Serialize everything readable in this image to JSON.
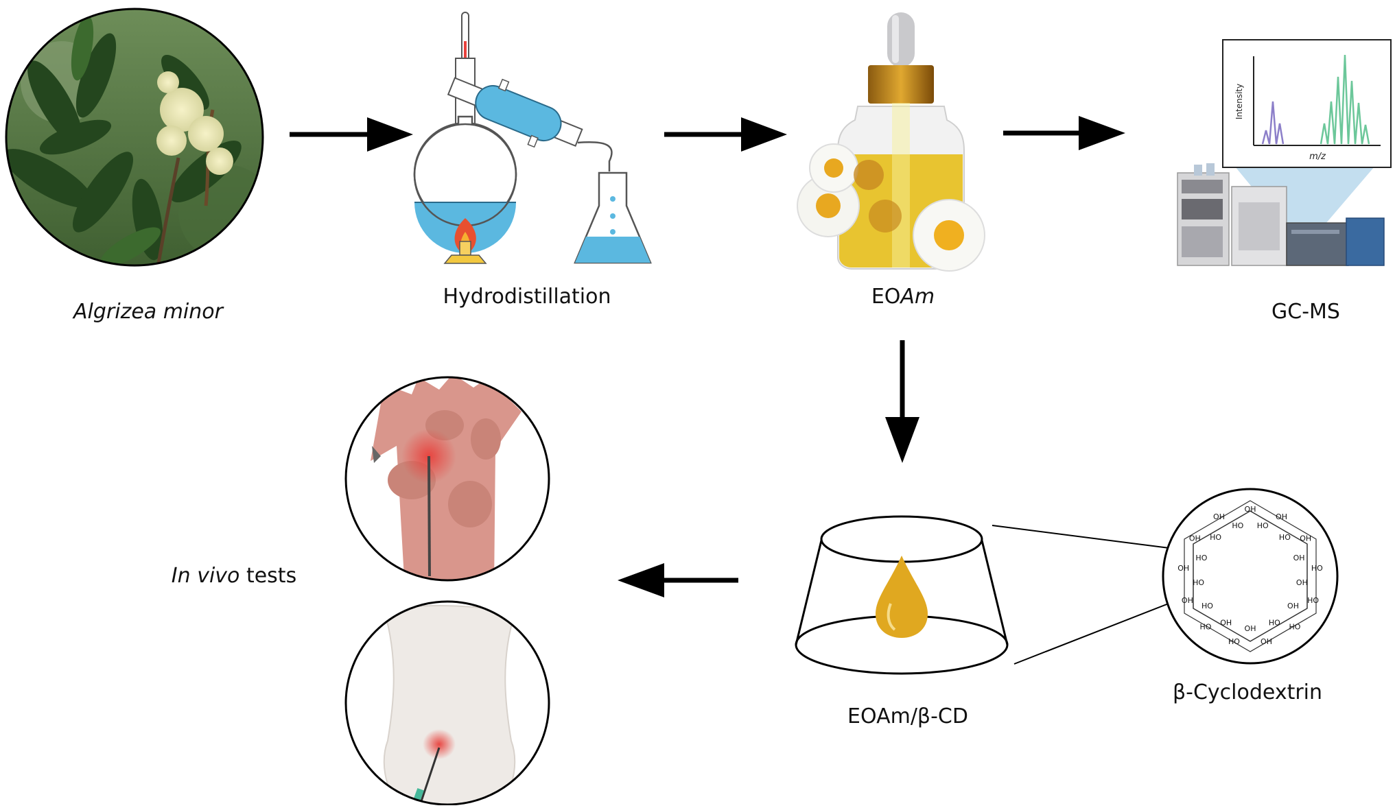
{
  "labels": {
    "plant": "Algrizea minor",
    "hydro": "Hydrodistillation",
    "eo_prefix": "EO",
    "eo_suffix": "Am",
    "gcms": "GC-MS",
    "complex": "EOAm/β-CD",
    "cyclo": "β-Cyclodextrin",
    "invivo_italic": "In vivo",
    "invivo_rest": " tests"
  },
  "gcms_inset": {
    "ylabel": "Intensity",
    "xlabel": "m/z"
  },
  "molecule_labels": [
    "OH",
    "HO",
    "OH",
    "HO",
    "OH",
    "OH",
    "HO",
    "OH",
    "HO",
    "OH",
    "HO",
    "HO",
    "OH",
    "OH",
    "HO",
    "OH",
    "HO",
    "HO",
    "OH",
    "HO",
    "OH",
    "HO",
    "OH",
    "HO",
    "OH",
    "HO"
  ],
  "colors": {
    "arrow": "#000000",
    "water": "#5bb8e0",
    "oil": "#e8c430",
    "drop": "#e0a820",
    "skin": "#d9968c",
    "mouse": "#eeeae6",
    "peak_purple": "#8c7fc9",
    "peak_green": "#6cc79a",
    "spot": "#e8413c"
  },
  "icons": [
    "plant-photo",
    "distillation-apparatus",
    "essential-oil-bottle",
    "gc-ms-instrument",
    "cyclodextrin-cone",
    "cyclodextrin-molecule",
    "paw-injection",
    "mouse-injection"
  ]
}
